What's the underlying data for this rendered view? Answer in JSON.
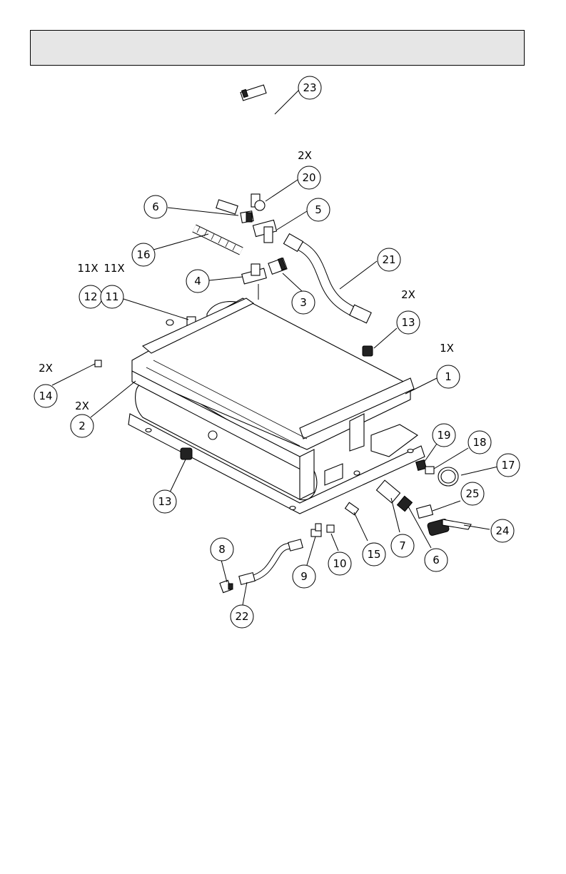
{
  "header": {
    "title": ""
  },
  "balloons": [
    {
      "id": "b23",
      "num": "23"
    },
    {
      "id": "b20",
      "num": "20"
    },
    {
      "id": "b6a",
      "num": "6"
    },
    {
      "id": "b5",
      "num": "5"
    },
    {
      "id": "b16",
      "num": "16"
    },
    {
      "id": "b21",
      "num": "21"
    },
    {
      "id": "b4",
      "num": "4"
    },
    {
      "id": "b3",
      "num": "3"
    },
    {
      "id": "b12",
      "num": "12"
    },
    {
      "id": "b11",
      "num": "11"
    },
    {
      "id": "b13a",
      "num": "13"
    },
    {
      "id": "b1",
      "num": "1"
    },
    {
      "id": "b14",
      "num": "14"
    },
    {
      "id": "b2",
      "num": "2"
    },
    {
      "id": "b19",
      "num": "19"
    },
    {
      "id": "b18",
      "num": "18"
    },
    {
      "id": "b17",
      "num": "17"
    },
    {
      "id": "b13b",
      "num": "13"
    },
    {
      "id": "b25",
      "num": "25"
    },
    {
      "id": "b24",
      "num": "24"
    },
    {
      "id": "b8",
      "num": "8"
    },
    {
      "id": "b15",
      "num": "15"
    },
    {
      "id": "b7",
      "num": "7"
    },
    {
      "id": "b6b",
      "num": "6"
    },
    {
      "id": "b10",
      "num": "10"
    },
    {
      "id": "b9",
      "num": "9"
    },
    {
      "id": "b22",
      "num": "22"
    }
  ],
  "quantities": [
    {
      "id": "q20",
      "text": "2X"
    },
    {
      "id": "q12",
      "text": "11X"
    },
    {
      "id": "q11",
      "text": "11X"
    },
    {
      "id": "q13",
      "text": "2X"
    },
    {
      "id": "q1",
      "text": "1X"
    },
    {
      "id": "q14",
      "text": "2X"
    },
    {
      "id": "q2",
      "text": "2X"
    }
  ]
}
